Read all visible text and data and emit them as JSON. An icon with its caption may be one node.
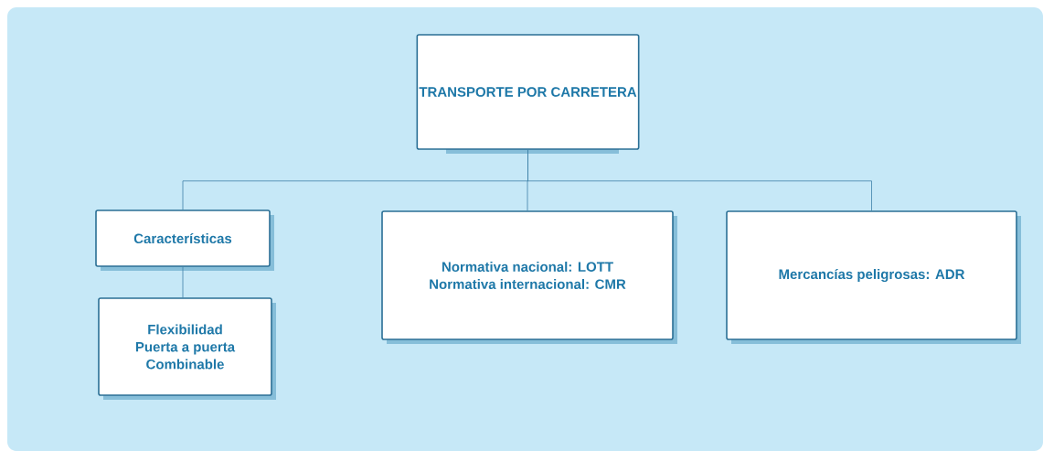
{
  "diagram": {
    "nodes": [
      {
        "text": [
          "TRANSPORTE POR CARRETERA"
        ]
      },
      {
        "text": [
          "Características"
        ]
      },
      {
        "text": [
          "Flexibilidad",
          "Puerta a puerta",
          "Combinable"
        ]
      },
      {
        "text": [
          "Normativa nacional: LOTT",
          "Normativa internacional: CMR"
        ]
      },
      {
        "text": [
          "Mercancías peligrosas: ADR"
        ]
      }
    ],
    "edges": [
      {
        "from": 0,
        "to": 1,
        "arrow": "none"
      },
      {
        "from": 0,
        "to": 3,
        "arrow": "none"
      },
      {
        "from": 0,
        "to": 4,
        "arrow": "none"
      },
      {
        "from": 1,
        "to": 2,
        "arrow": "none"
      }
    ]
  }
}
